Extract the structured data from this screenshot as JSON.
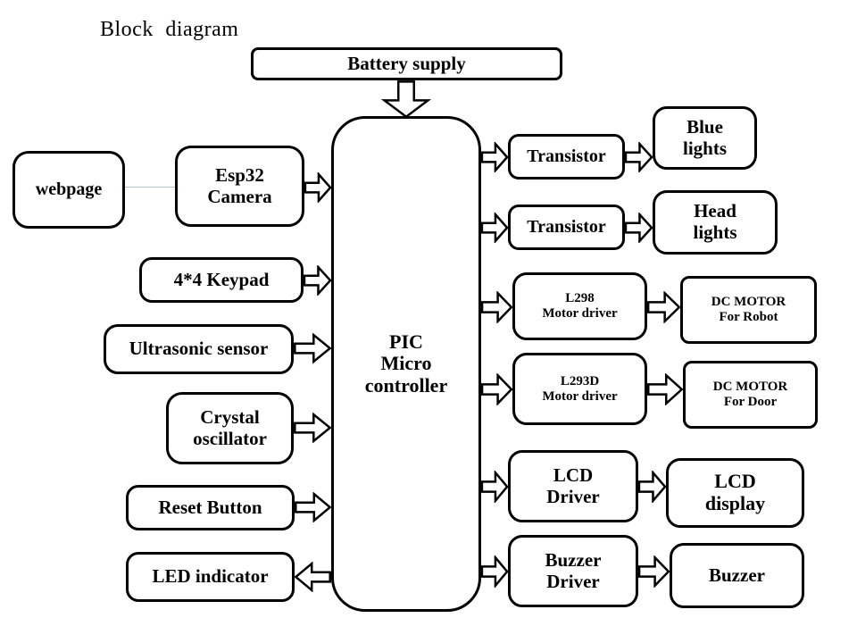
{
  "title": "Block diagram",
  "colors": {
    "line": "#000000",
    "box_fill": "#ffffff",
    "background": "#ffffff",
    "connector": "#a9c3d2"
  },
  "nodes": {
    "battery": {
      "label": "Battery supply"
    },
    "pic": {
      "line1": "PIC",
      "line2": "Micro",
      "line3": "controller"
    },
    "webpage": {
      "label": "webpage"
    },
    "esp32": {
      "line1": "Esp32",
      "line2": "Camera"
    },
    "keypad": {
      "label": "4*4 Keypad"
    },
    "ultrasonic": {
      "label": "Ultrasonic sensor"
    },
    "crystal": {
      "line1": "Crystal",
      "line2": "oscillator"
    },
    "reset": {
      "label": "Reset Button"
    },
    "led": {
      "label": "LED indicator"
    },
    "transistor1": {
      "label": "Transistor"
    },
    "transistor2": {
      "label": "Transistor"
    },
    "blue_lights": {
      "line1": "Blue",
      "line2": "lights"
    },
    "head_lights": {
      "line1": "Head",
      "line2": "lights"
    },
    "l298": {
      "line1": "L298",
      "line2": "Motor driver"
    },
    "dc_motor_robot": {
      "line1": "DC MOTOR",
      "line2": "For Robot"
    },
    "l293d": {
      "line1": "L293D",
      "line2": "Motor driver"
    },
    "dc_motor_door": {
      "line1": "DC MOTOR",
      "line2": "For Door"
    },
    "lcd_driver": {
      "line1": "LCD",
      "line2": "Driver"
    },
    "lcd_display": {
      "line1": "LCD",
      "line2": "display"
    },
    "buzzer_driver": {
      "line1": "Buzzer",
      "line2": "Driver"
    },
    "buzzer": {
      "label": "Buzzer"
    }
  },
  "edges": [
    {
      "from": "battery",
      "to": "pic",
      "direction": "down"
    },
    {
      "from": "webpage",
      "to": "esp32",
      "direction": "line"
    },
    {
      "from": "esp32",
      "to": "pic",
      "direction": "right"
    },
    {
      "from": "keypad",
      "to": "pic",
      "direction": "right"
    },
    {
      "from": "ultrasonic",
      "to": "pic",
      "direction": "right"
    },
    {
      "from": "crystal",
      "to": "pic",
      "direction": "right"
    },
    {
      "from": "reset",
      "to": "pic",
      "direction": "right"
    },
    {
      "from": "pic",
      "to": "led",
      "direction": "left"
    },
    {
      "from": "pic",
      "to": "transistor1",
      "direction": "right"
    },
    {
      "from": "pic",
      "to": "transistor2",
      "direction": "right"
    },
    {
      "from": "pic",
      "to": "l298",
      "direction": "right"
    },
    {
      "from": "pic",
      "to": "l293d",
      "direction": "right"
    },
    {
      "from": "pic",
      "to": "lcd_driver",
      "direction": "right"
    },
    {
      "from": "pic",
      "to": "buzzer_driver",
      "direction": "right"
    },
    {
      "from": "transistor1",
      "to": "blue_lights",
      "direction": "right"
    },
    {
      "from": "transistor2",
      "to": "head_lights",
      "direction": "right"
    },
    {
      "from": "l298",
      "to": "dc_motor_robot",
      "direction": "right"
    },
    {
      "from": "l293d",
      "to": "dc_motor_door",
      "direction": "right"
    },
    {
      "from": "lcd_driver",
      "to": "lcd_display",
      "direction": "right"
    },
    {
      "from": "buzzer_driver",
      "to": "buzzer",
      "direction": "right"
    }
  ]
}
